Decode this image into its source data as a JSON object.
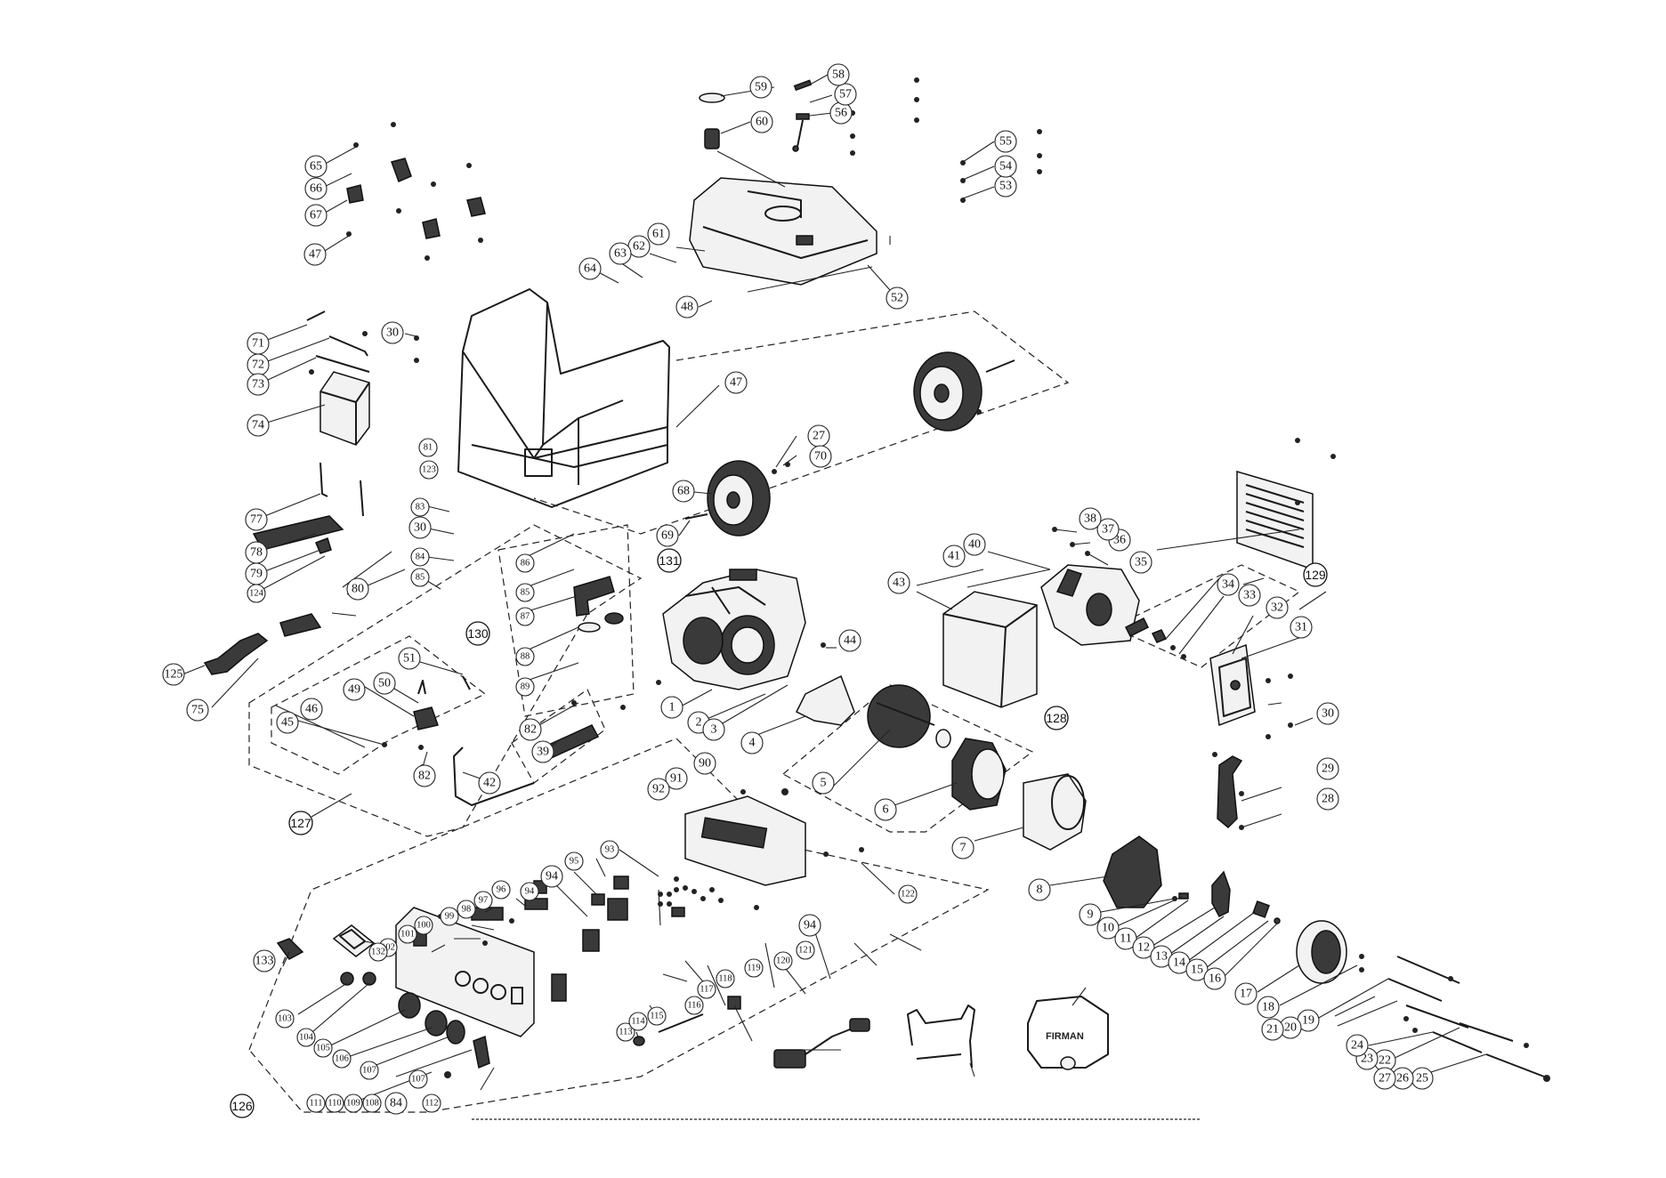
{
  "diagram": {
    "callouts": [
      {
        "id": "c1",
        "label": "1"
      },
      {
        "id": "c2",
        "label": "2"
      },
      {
        "id": "c3",
        "label": "3"
      },
      {
        "id": "c4",
        "label": "4"
      },
      {
        "id": "c5",
        "label": "5"
      },
      {
        "id": "c6",
        "label": "6"
      },
      {
        "id": "c7",
        "label": "7"
      },
      {
        "id": "c8",
        "label": "8"
      },
      {
        "id": "c9",
        "label": "9"
      },
      {
        "id": "c10",
        "label": "10"
      },
      {
        "id": "c11",
        "label": "11"
      },
      {
        "id": "c12",
        "label": "12"
      },
      {
        "id": "c13",
        "label": "13"
      },
      {
        "id": "c14",
        "label": "14"
      },
      {
        "id": "c15",
        "label": "15"
      },
      {
        "id": "c16",
        "label": "16"
      },
      {
        "id": "c17",
        "label": "17"
      },
      {
        "id": "c18",
        "label": "18"
      },
      {
        "id": "c19",
        "label": "19"
      },
      {
        "id": "c20",
        "label": "20"
      },
      {
        "id": "c21",
        "label": "21"
      },
      {
        "id": "c22",
        "label": "22"
      },
      {
        "id": "c23",
        "label": "23"
      },
      {
        "id": "c24",
        "label": "24"
      },
      {
        "id": "c25",
        "label": "25"
      },
      {
        "id": "c26",
        "label": "26"
      },
      {
        "id": "c27a",
        "label": "27"
      },
      {
        "id": "c27b",
        "label": "27"
      },
      {
        "id": "c28",
        "label": "28"
      },
      {
        "id": "c29",
        "label": "29"
      },
      {
        "id": "c30a",
        "label": "30"
      },
      {
        "id": "c30b",
        "label": "30"
      },
      {
        "id": "c30c",
        "label": "30"
      },
      {
        "id": "c31",
        "label": "31"
      },
      {
        "id": "c32",
        "label": "32"
      },
      {
        "id": "c33",
        "label": "33"
      },
      {
        "id": "c34",
        "label": "34"
      },
      {
        "id": "c35",
        "label": "35"
      },
      {
        "id": "c36",
        "label": "36"
      },
      {
        "id": "c37",
        "label": "37"
      },
      {
        "id": "c38",
        "label": "38"
      },
      {
        "id": "c39",
        "label": "39"
      },
      {
        "id": "c40",
        "label": "40"
      },
      {
        "id": "c41",
        "label": "41"
      },
      {
        "id": "c42",
        "label": "42"
      },
      {
        "id": "c43",
        "label": "43"
      },
      {
        "id": "c44",
        "label": "44"
      },
      {
        "id": "c45",
        "label": "45"
      },
      {
        "id": "c46",
        "label": "46"
      },
      {
        "id": "c47a",
        "label": "47"
      },
      {
        "id": "c47b",
        "label": "47"
      },
      {
        "id": "c48",
        "label": "48"
      },
      {
        "id": "c49",
        "label": "49"
      },
      {
        "id": "c50",
        "label": "50"
      },
      {
        "id": "c51",
        "label": "51"
      },
      {
        "id": "c52",
        "label": "52"
      },
      {
        "id": "c53",
        "label": "53"
      },
      {
        "id": "c54",
        "label": "54"
      },
      {
        "id": "c55",
        "label": "55"
      },
      {
        "id": "c56",
        "label": "56"
      },
      {
        "id": "c57",
        "label": "57"
      },
      {
        "id": "c58",
        "label": "58"
      },
      {
        "id": "c59",
        "label": "59"
      },
      {
        "id": "c60",
        "label": "60"
      },
      {
        "id": "c61",
        "label": "61"
      },
      {
        "id": "c62",
        "label": "62"
      },
      {
        "id": "c63",
        "label": "63"
      },
      {
        "id": "c64",
        "label": "64"
      },
      {
        "id": "c65",
        "label": "65"
      },
      {
        "id": "c66",
        "label": "66"
      },
      {
        "id": "c67",
        "label": "67"
      },
      {
        "id": "c68",
        "label": "68"
      },
      {
        "id": "c69",
        "label": "69"
      },
      {
        "id": "c70",
        "label": "70"
      },
      {
        "id": "c71",
        "label": "71"
      },
      {
        "id": "c72",
        "label": "72"
      },
      {
        "id": "c73",
        "label": "73"
      },
      {
        "id": "c74",
        "label": "74"
      },
      {
        "id": "c75",
        "label": "75"
      },
      {
        "id": "c77",
        "label": "77"
      },
      {
        "id": "c78",
        "label": "78"
      },
      {
        "id": "c79",
        "label": "79"
      },
      {
        "id": "c80",
        "label": "80"
      },
      {
        "id": "c81",
        "label": "81"
      },
      {
        "id": "c82a",
        "label": "82"
      },
      {
        "id": "c82b",
        "label": "82"
      },
      {
        "id": "c83",
        "label": "83"
      },
      {
        "id": "c84a",
        "label": "84"
      },
      {
        "id": "c84b",
        "label": "84"
      },
      {
        "id": "c85a",
        "label": "85"
      },
      {
        "id": "c85b",
        "label": "85"
      },
      {
        "id": "c86",
        "label": "86"
      },
      {
        "id": "c87",
        "label": "87"
      },
      {
        "id": "c88",
        "label": "88"
      },
      {
        "id": "c89",
        "label": "89"
      },
      {
        "id": "c90",
        "label": "90"
      },
      {
        "id": "c91",
        "label": "91"
      },
      {
        "id": "c92",
        "label": "92"
      },
      {
        "id": "c93",
        "label": "93"
      },
      {
        "id": "c94a",
        "label": "94"
      },
      {
        "id": "c94b",
        "label": "94"
      },
      {
        "id": "c94c",
        "label": "94"
      },
      {
        "id": "c95",
        "label": "95"
      },
      {
        "id": "c96",
        "label": "96"
      },
      {
        "id": "c97",
        "label": "97"
      },
      {
        "id": "c98",
        "label": "98"
      },
      {
        "id": "c99",
        "label": "99"
      },
      {
        "id": "c100",
        "label": "100"
      },
      {
        "id": "c101",
        "label": "101"
      },
      {
        "id": "c102",
        "label": "102"
      },
      {
        "id": "c103",
        "label": "103"
      },
      {
        "id": "c104",
        "label": "104"
      },
      {
        "id": "c105",
        "label": "105"
      },
      {
        "id": "c106",
        "label": "106"
      },
      {
        "id": "c107a",
        "label": "107"
      },
      {
        "id": "c107b",
        "label": "107"
      },
      {
        "id": "c108",
        "label": "108"
      },
      {
        "id": "c109",
        "label": "109"
      },
      {
        "id": "c110",
        "label": "110"
      },
      {
        "id": "c111",
        "label": "111"
      },
      {
        "id": "c112",
        "label": "112"
      },
      {
        "id": "c113",
        "label": "113"
      },
      {
        "id": "c114",
        "label": "114"
      },
      {
        "id": "c115",
        "label": "115"
      },
      {
        "id": "c116",
        "label": "116"
      },
      {
        "id": "c117",
        "label": "117"
      },
      {
        "id": "c118",
        "label": "118"
      },
      {
        "id": "c119",
        "label": "119"
      },
      {
        "id": "c120",
        "label": "120"
      },
      {
        "id": "c121",
        "label": "121"
      },
      {
        "id": "c122",
        "label": "122"
      },
      {
        "id": "c123",
        "label": "123"
      },
      {
        "id": "c124",
        "label": "124"
      },
      {
        "id": "c125",
        "label": "125"
      },
      {
        "id": "c132",
        "label": "132"
      },
      {
        "id": "c133",
        "label": "133"
      }
    ],
    "group_callouts": [
      {
        "id": "g126",
        "label": "126"
      },
      {
        "id": "g127",
        "label": "127"
      },
      {
        "id": "g128",
        "label": "128"
      },
      {
        "id": "g129",
        "label": "129"
      },
      {
        "id": "g130",
        "label": "130"
      },
      {
        "id": "g131",
        "label": "131"
      }
    ],
    "cover_logo": "FIRMAN"
  }
}
